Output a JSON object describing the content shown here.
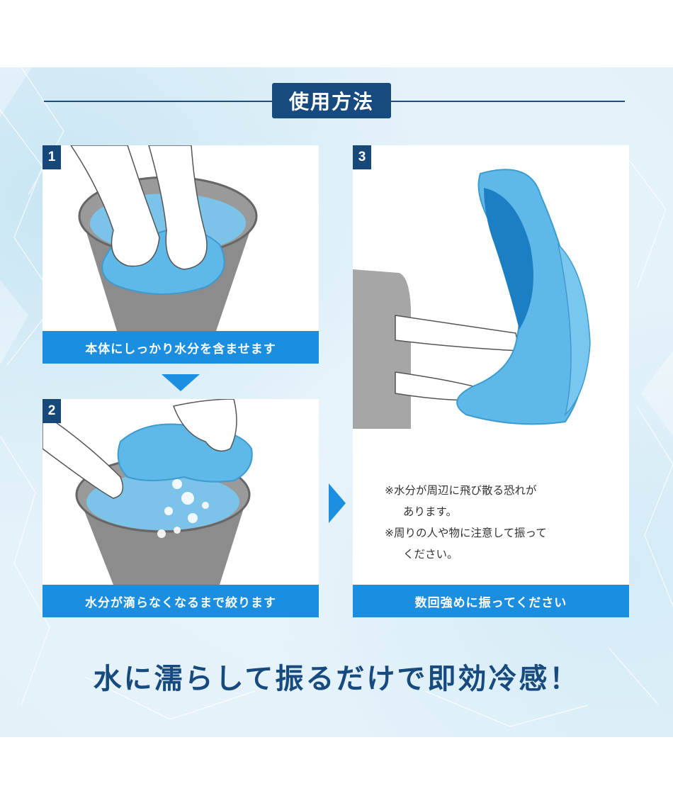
{
  "section_title": "使用方法",
  "steps": [
    {
      "number": "1",
      "caption": "本体にしっかり水分を含ませます"
    },
    {
      "number": "2",
      "caption": "水分が滴らなくなるまで絞ります"
    },
    {
      "number": "3",
      "caption": "数回強めに振ってください"
    }
  ],
  "notes": [
    "※水分が周辺に飛び散る恐れが",
    "あります。",
    "※周りの人や物に注意して振って",
    "ください。"
  ],
  "headline": "水に濡らして振るだけで即効冷感！",
  "colors": {
    "navy": "#174a7e",
    "caption_blue": "#1b8ee0",
    "arrow_blue": "#1d8fe0",
    "towel_blue": "#5fb9e8",
    "water_blue": "#7cc3ea",
    "bucket_gray": "#8c8c8c",
    "shirt_gray": "#a6a6a6",
    "background_ice": "#e3f1f9"
  },
  "icons": [
    "down-arrow-icon",
    "right-arrow-icon"
  ]
}
